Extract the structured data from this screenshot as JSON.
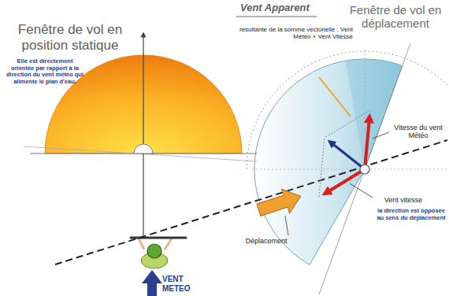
{
  "diagram": {
    "title": "Vent Apparent",
    "nodes": [
      {
        "text": [
          "Fenêtre de vol en position statique",
          "Elle est directement orientée par rapport à la direction du vent météo qui alimente le plan d'eau."
        ]
      },
      {
        "text": [
          "Fenêtre de vol en déplacement"
        ]
      }
    ],
    "labels": [
      "résultante de la somme vectorielle : Vent Météo + Vent Vitesse",
      "Vitesse du vent Météo",
      "Vent vitesse",
      "la direction est opposée au sens du déplacement",
      "Déplacement",
      "VENT METEO"
    ]
  }
}
